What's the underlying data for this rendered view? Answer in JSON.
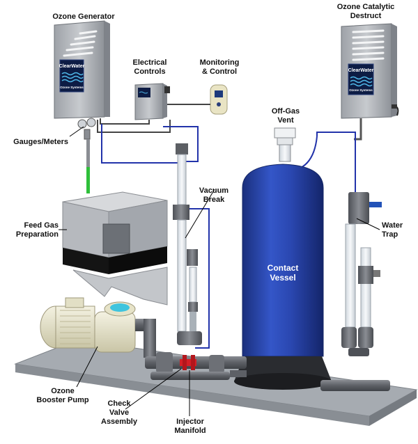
{
  "labels": {
    "ozone_generator": "Ozone Generator",
    "ozone_catalytic_destruct": "Ozone Catalytic\nDestruct",
    "electrical_controls": "Electrical\nControls",
    "monitoring_control": "Monitoring\n& Control",
    "off_gas_vent": "Off-Gas\nVent",
    "gauges_meters": "Gauges/Meters",
    "vacuum_break": "Vacuum\nBreak",
    "feed_gas_preparation": "Feed Gas\nPreparation",
    "water_trap": "Water\nTrap",
    "contact_vessel": "Contact\nVessel",
    "ozone_booster_pump": "Ozone\nBooster Pump",
    "check_valve_assembly": "Check\nValve\nAssembly",
    "injector_manifold": "Injector\nManifold"
  },
  "brand": {
    "name": "ClearWater",
    "sub": "Ozone Systems"
  },
  "colors": {
    "vessel": "#2444a8",
    "cabinet": "#b9bcc2",
    "platform": "#a9aeb4",
    "tube": "#e8edf2",
    "pipe": "#6d7076",
    "line_blue": "#2233aa",
    "line_green": "#22aa22",
    "valve_red": "#d41f26",
    "pump": "#e9e6cf"
  }
}
